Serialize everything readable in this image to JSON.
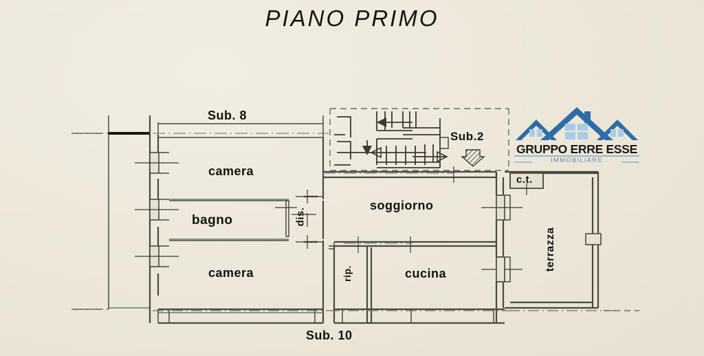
{
  "page": {
    "title": "PIANO PRIMO",
    "background_color": "#f1ece0",
    "ink_color": "#3b3a30",
    "wall_color": "#4a4a3e",
    "boundary_color": "#9c8f9c",
    "accent_color": "#2f6ca6"
  },
  "labels": {
    "sub8": "Sub. 8",
    "sub2": "Sub.2",
    "sub10": "Sub. 10",
    "camera_top": "camera",
    "camera_bottom": "camera",
    "bagno": "bagno",
    "dis": "dis.",
    "soggiorno": "soggiorno",
    "cucina": "cucina",
    "rip": "rip.",
    "ct": "c.t.",
    "terrazza": "terrazza"
  },
  "logo": {
    "name": "GRUPPO ERRE ESSE",
    "subtitle": "IMMOBILIARE",
    "roof_color": "#2f6ca6",
    "window_color": "#aacbe6",
    "rule_color": "#7fa3c4"
  },
  "legend": {
    "icons": [
      {
        "name": "stair-direction-arrow",
        "glyph": "arrow"
      },
      {
        "name": "entry-arrow-icon",
        "glyph": "hatched-down-arrow"
      }
    ]
  }
}
